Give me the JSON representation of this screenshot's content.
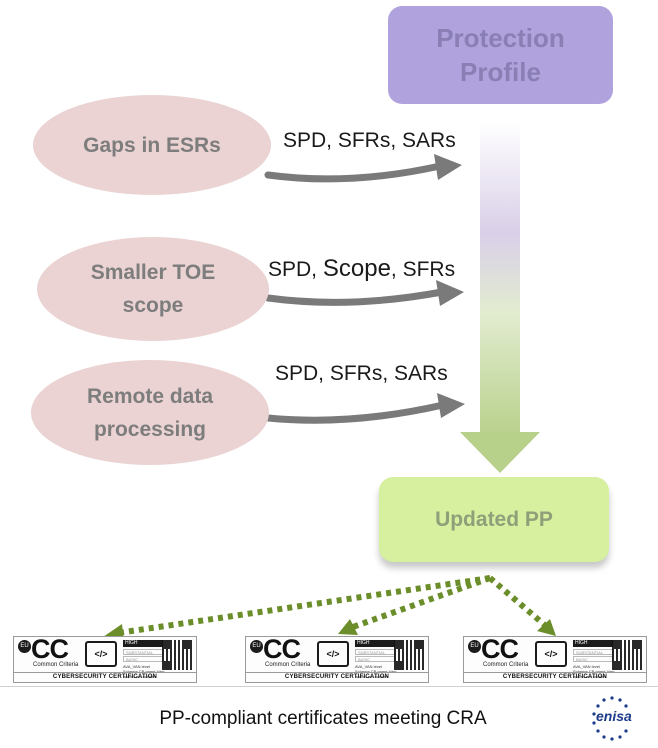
{
  "boxes": {
    "protection_profile": [
      "Protection",
      "Profile"
    ],
    "updated_pp": "Updated PP"
  },
  "inputs": [
    {
      "lines": [
        "Gaps in ESRs"
      ],
      "label_parts": [
        "SPD, SFRs, SARs"
      ]
    },
    {
      "lines": [
        "Smaller TOE",
        "scope"
      ],
      "label_parts": [
        "SPD, ",
        "Scope",
        ", SFRs"
      ]
    },
    {
      "lines": [
        "Remote data",
        "processing"
      ],
      "label_parts": [
        "SPD, SFRs, SARs"
      ]
    }
  ],
  "certificate": {
    "badge": "EU",
    "logo": "CC",
    "logo_subtitle": "Common Criteria",
    "chip_glyph": "</>",
    "level_high": "HIGH",
    "level_substantial": "SUBSTANTIAL",
    "level_basic": "BASIC",
    "meta_lines": [
      "AVA_VAN level",
      "Scheme CB name Vanr",
      "Issued no: number"
    ],
    "footer": "CYBERSECURITY CERTIFICATION"
  },
  "caption": "PP-compliant certificates meeting CRA",
  "logo_text": "enisa",
  "colors": {
    "protection_profile": "#b0a2dd",
    "updated_pp": "#d7f09f",
    "ovals": "#ead3d2",
    "gray_arrow": "#7a7a7a",
    "dotted_arrow": "#6b8e2a",
    "enisa_blue": "#1d3a8a"
  }
}
